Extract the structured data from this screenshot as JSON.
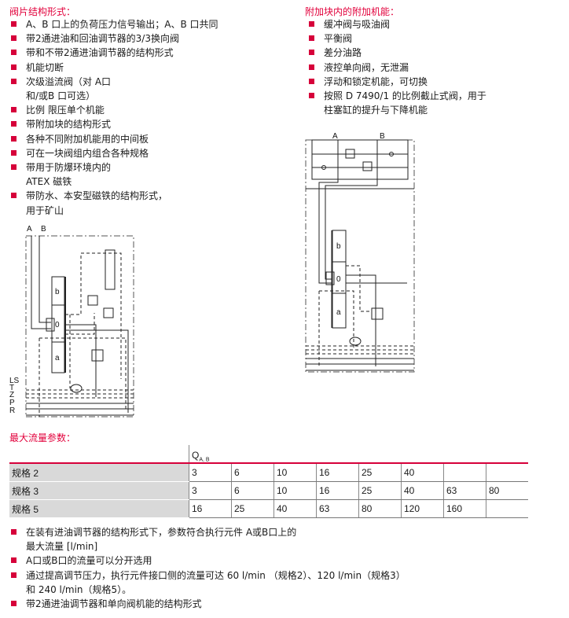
{
  "left": {
    "heading": "阀片结构形式：",
    "items": [
      [
        "A、B 口上的负荷压力信号输出；A、B 口共同"
      ],
      [
        "带2通进油和回油调节器的3/3换向阀"
      ],
      [
        "带和不带2通进油调节器的结构形式"
      ],
      [
        "机能切断"
      ],
      [
        "次级溢流阀（对 A口",
        "和/或B 口可选）"
      ],
      [
        "比例 限压单个机能"
      ],
      [
        "带附加块的结构形式"
      ],
      [
        "各种不同附加机能用的中间板"
      ],
      [
        "可在一块阀组内组合各种规格"
      ],
      [
        "带用于防爆环境内的",
        "ATEX 磁铁"
      ],
      [
        "带防水、本安型磁铁的结构形式，",
        "用于矿山"
      ]
    ]
  },
  "right": {
    "heading": "附加块内的附加机能：",
    "items": [
      [
        "缓冲阀与吸油阀"
      ],
      [
        "平衡阀"
      ],
      [
        "差分油路"
      ],
      [
        "液控单向阀，无泄漏"
      ],
      [
        "浮动和锁定机能，可切换"
      ],
      [
        "按照 D 7490/1 的比例截止式阀，用于",
        "柱塞缸的提升与下降机能"
      ]
    ]
  },
  "diagram_left": {
    "ports": [
      "A",
      "B"
    ],
    "lines": [
      "LS",
      "T",
      "Z",
      "P",
      "R"
    ],
    "spool": [
      "b",
      "0",
      "a"
    ]
  },
  "diagram_right": {
    "ports": [
      "A",
      "B"
    ],
    "spool": [
      "b",
      "0",
      "a"
    ]
  },
  "flow": {
    "heading": "最大流量参数：",
    "q_label": "Q",
    "q_sub": "A, B",
    "rows": [
      {
        "label": "规格 2",
        "values": [
          "3",
          "6",
          "10",
          "16",
          "25",
          "40",
          "",
          ""
        ]
      },
      {
        "label": "规格 3",
        "values": [
          "3",
          "6",
          "10",
          "16",
          "25",
          "40",
          "63",
          "80"
        ]
      },
      {
        "label": "规格 5",
        "values": [
          "16",
          "25",
          "40",
          "63",
          "80",
          "120",
          "160",
          ""
        ]
      }
    ]
  },
  "notes": [
    [
      "在装有进油调节器的结构形式下，参数符合执行元件 A或B口上的",
      "最大流量 [l/min]"
    ],
    [
      "A口或B口的流量可以分开选用"
    ],
    [
      "通过提高调节压力，执行元件接口侧的流量可达 60 l/min （规格2）、120 l/min（规格3）",
      "和 240 l/min（规格5）。"
    ],
    [
      "带2通进油调节器和单向阀机能的结构形式"
    ]
  ],
  "colors": {
    "accent": "#d6003a",
    "header_gray": "#d9d9d9"
  }
}
